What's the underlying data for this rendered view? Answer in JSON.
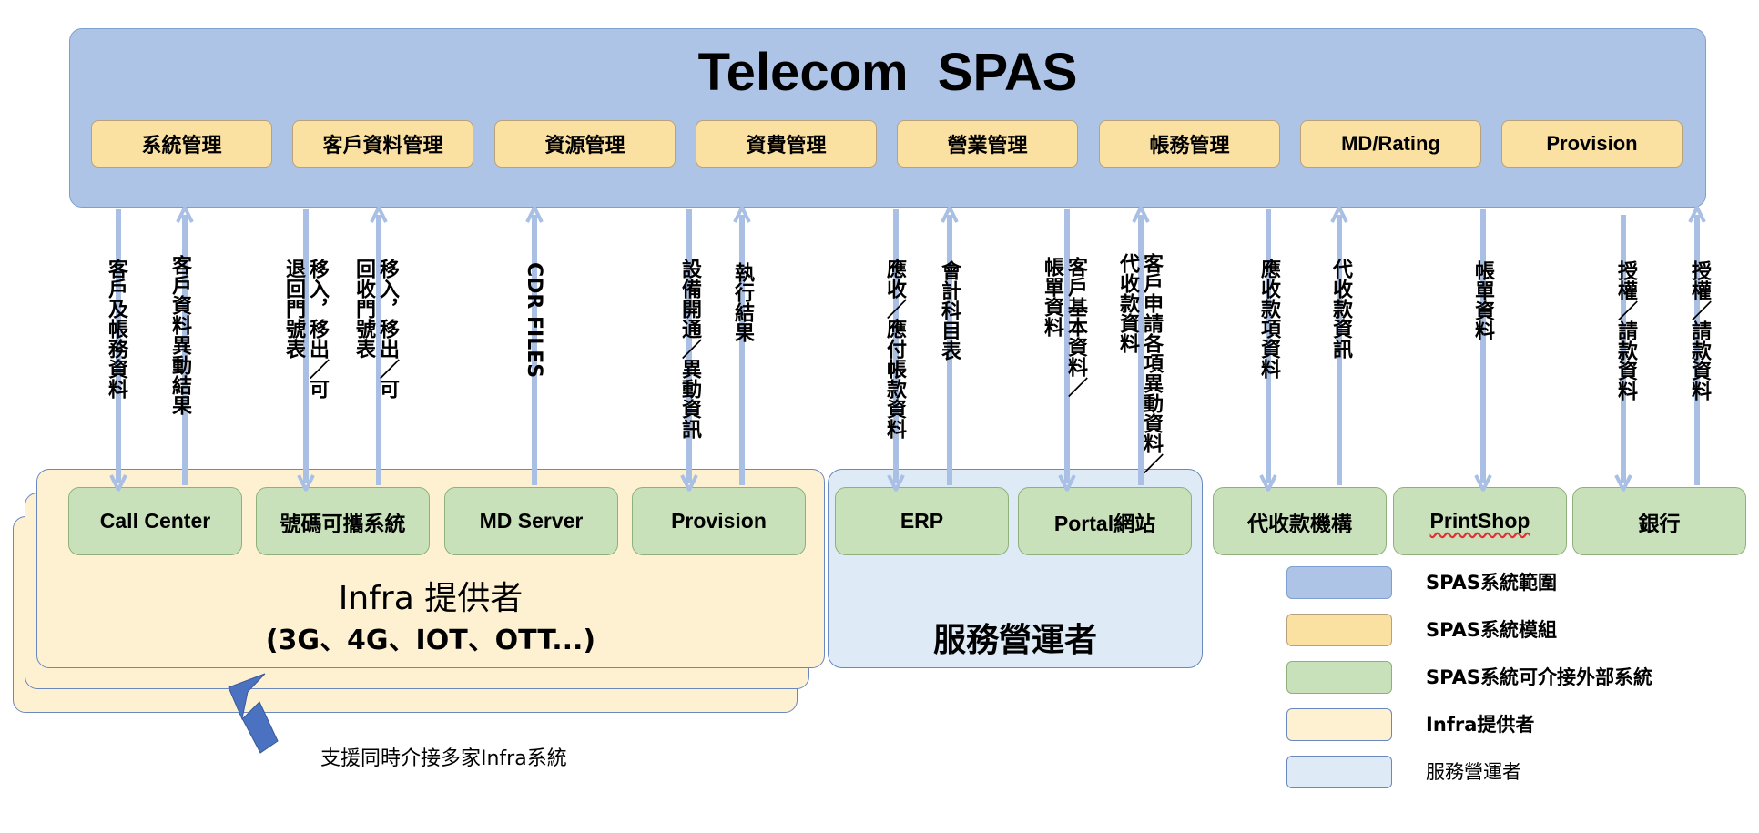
{
  "title": "Telecom  SPAS",
  "modules": [
    "系統管理",
    "客戶資料管理",
    "資源管理",
    "資費管理",
    "營業管理",
    "帳務管理",
    "MD/Rating",
    "Provision"
  ],
  "infra": {
    "label": "Infra 提供者",
    "sub": "(3G、4G、IOT、OTT...)",
    "systems": [
      "Call Center",
      "號碼可攜系統",
      "MD Server",
      "Provision"
    ]
  },
  "service_operator": {
    "label": "服務營運者",
    "systems": [
      "ERP",
      "Portal網站"
    ]
  },
  "external": [
    "代收款機構",
    "PrintShop",
    "銀行"
  ],
  "flows": [
    {
      "text": "客戶及帳務資料"
    },
    {
      "text": "客戶資料異動結果"
    },
    {
      "text": "移入，移出／可退回門號表"
    },
    {
      "text": "移入，移出／可回收門號表"
    },
    {
      "text": "CDR FILES"
    },
    {
      "text": "設備開通／異動資訊"
    },
    {
      "text": "執行結果"
    },
    {
      "text": "應收／應付帳款資料"
    },
    {
      "text": "會計科目表"
    },
    {
      "text": "客戶基本資料／帳單資料"
    },
    {
      "text": "客戶申請各項異動資料／代收款資料"
    },
    {
      "text": "應收款項資料"
    },
    {
      "text": "代收款資訊"
    },
    {
      "text": "帳單資料"
    },
    {
      "text": "授權／請款資料"
    },
    {
      "text": "授權／請款資料"
    }
  ],
  "legend": [
    {
      "label": "SPAS系統範圍",
      "color": "#aec4e6"
    },
    {
      "label": "SPAS系統模組",
      "color": "#fbe1a1"
    },
    {
      "label": "SPAS系統可介接外部系統",
      "color": "#c9e1bb"
    },
    {
      "label": "Infra提供者",
      "color": "#fdf1d2"
    },
    {
      "label": "服務營運者",
      "color": "#deeaf6"
    }
  ],
  "support_note": "支援同時介接多家Infra系統",
  "colors": {
    "arrow": "#a9bfe3",
    "pointer": "#4a72c0"
  }
}
